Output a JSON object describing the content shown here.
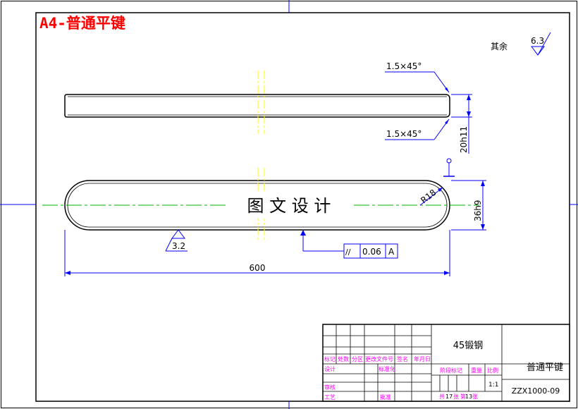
{
  "title": "A4-普通平键",
  "roughness": {
    "other_label": "其余",
    "other_value": "6.3",
    "bottom_value": "3.2"
  },
  "dimensions": {
    "chamfer_top": "1.5×45°",
    "chamfer_bottom": "1.5×45°",
    "height": "20h11",
    "width": "36h9",
    "radius": "R18",
    "length": "600"
  },
  "tolerance": {
    "symbol": "//",
    "value": "0.06",
    "datum": "A"
  },
  "watermark": "图 文 设 计",
  "title_block": {
    "material": "45锻钢",
    "part_name": "普通平键",
    "drawing_no": "ZZX1000-09",
    "scale": "1:1",
    "header_cells": [
      "标记",
      "处数",
      "分区",
      "更改文件号",
      "签名",
      "年月日"
    ],
    "design_label": "设计",
    "standard_label": "标准化",
    "stage_label": "阶段标记",
    "weight_label": "重量",
    "scale_label": "比例",
    "review_label": "审核",
    "process_label": "工艺",
    "approve_label": "批准",
    "sheets_total_label": "共",
    "sheets_total": "17",
    "sheet_label": "张",
    "sheet_current_label": "第",
    "sheet_current": "13",
    "sheet_label_2": "张"
  },
  "colors": {
    "outline": "#000000",
    "dimension": "#0000ff",
    "centerline": "#00b000",
    "axis": "#ffff00",
    "title": "#ff0000",
    "magenta": "#ff00ff"
  }
}
